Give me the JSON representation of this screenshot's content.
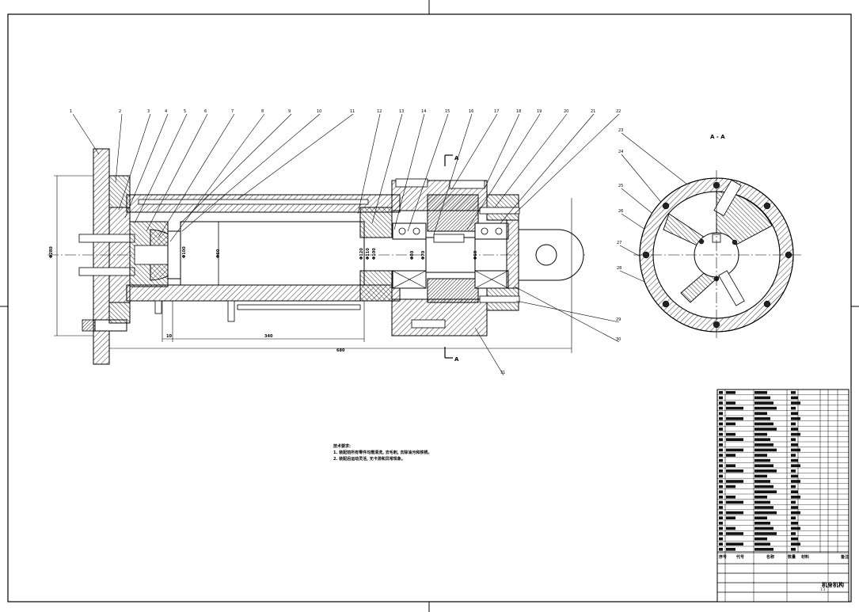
{
  "drawing": {
    "section_view_label": "A - A",
    "section_marker": "A",
    "part_callouts": [
      "1",
      "2",
      "3",
      "4",
      "5",
      "6",
      "7",
      "8",
      "9",
      "10",
      "11",
      "12",
      "13",
      "14",
      "15",
      "16",
      "17",
      "18",
      "19",
      "20",
      "21",
      "22",
      "23",
      "24",
      "25",
      "26",
      "27",
      "28",
      "29",
      "30",
      "31"
    ],
    "dimensions": {
      "flange_diameter": "Φ280",
      "bore_diameter": "Φ100",
      "rod_diameter": "Φ60",
      "offset": "10",
      "stroke": "340",
      "overall_length": "680",
      "seal_1": "Φ120",
      "seal_2": "Φ110",
      "seal_3": "Φ100",
      "shaft_1": "Φ80",
      "shaft_2": "Φ70",
      "shaft_3": "Φ60"
    }
  },
  "notes": {
    "heading": "技术要求:",
    "line1": "1. 装配前所有零件均需清洗, 去毛刺, 去除油污和铁锈。",
    "line2": "2. 装配后运动灵活, 无卡滞和异常现象。"
  },
  "title_block": {
    "title": "机身机构",
    "scale": "1:1",
    "header": {
      "no": "序号",
      "code": "代号",
      "name": "名称",
      "qty": "数量",
      "material": "材料",
      "remark": "备注"
    }
  }
}
